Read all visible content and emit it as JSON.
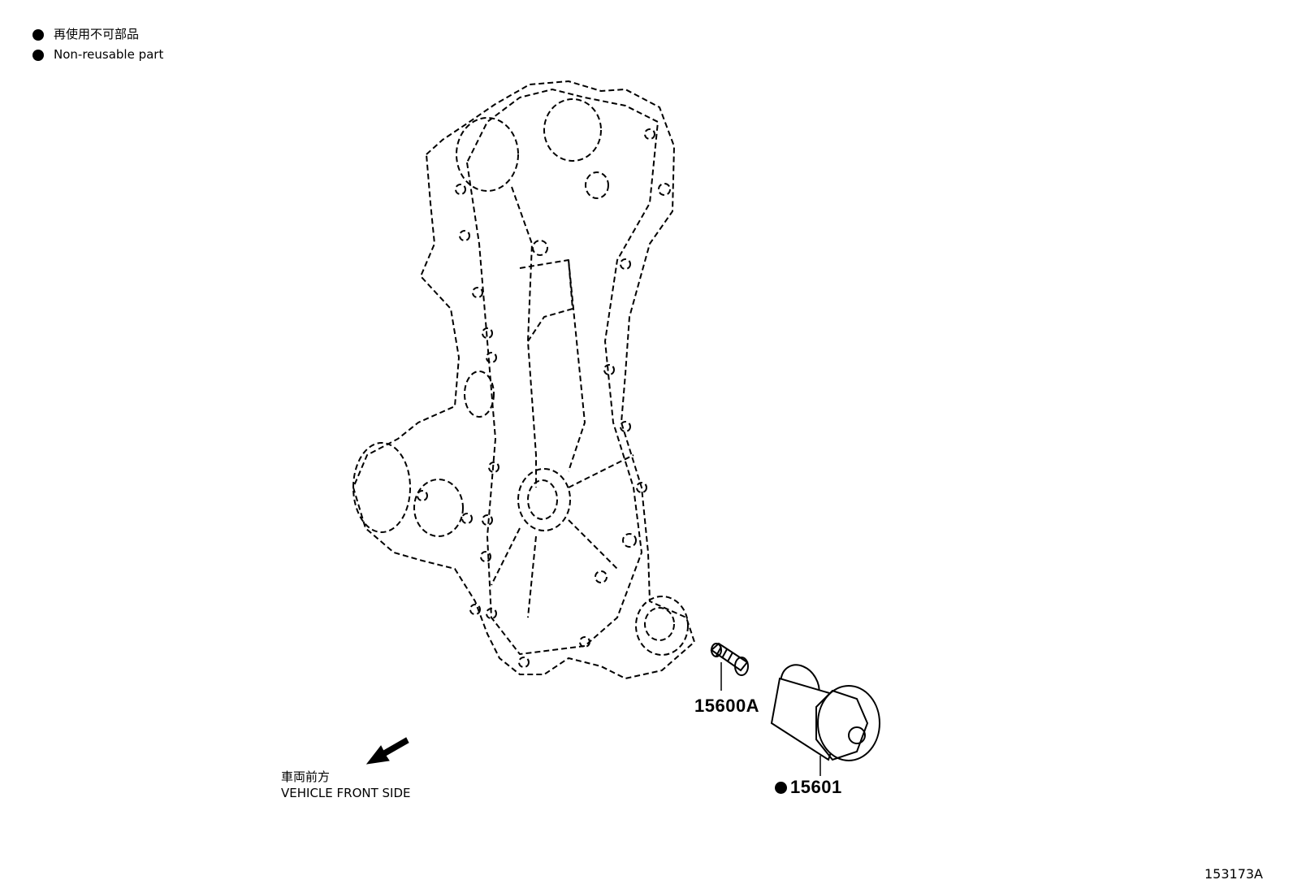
{
  "legend": {
    "japanese": "再使用不可部品",
    "english": "Non-reusable part"
  },
  "parts": {
    "stud": {
      "number": "15600A"
    },
    "filter": {
      "number": "15601",
      "non_reusable": true
    }
  },
  "direction": {
    "japanese": "車両前方",
    "english": "VEHICLE FRONT SIDE"
  },
  "figure_id": "153173A"
}
